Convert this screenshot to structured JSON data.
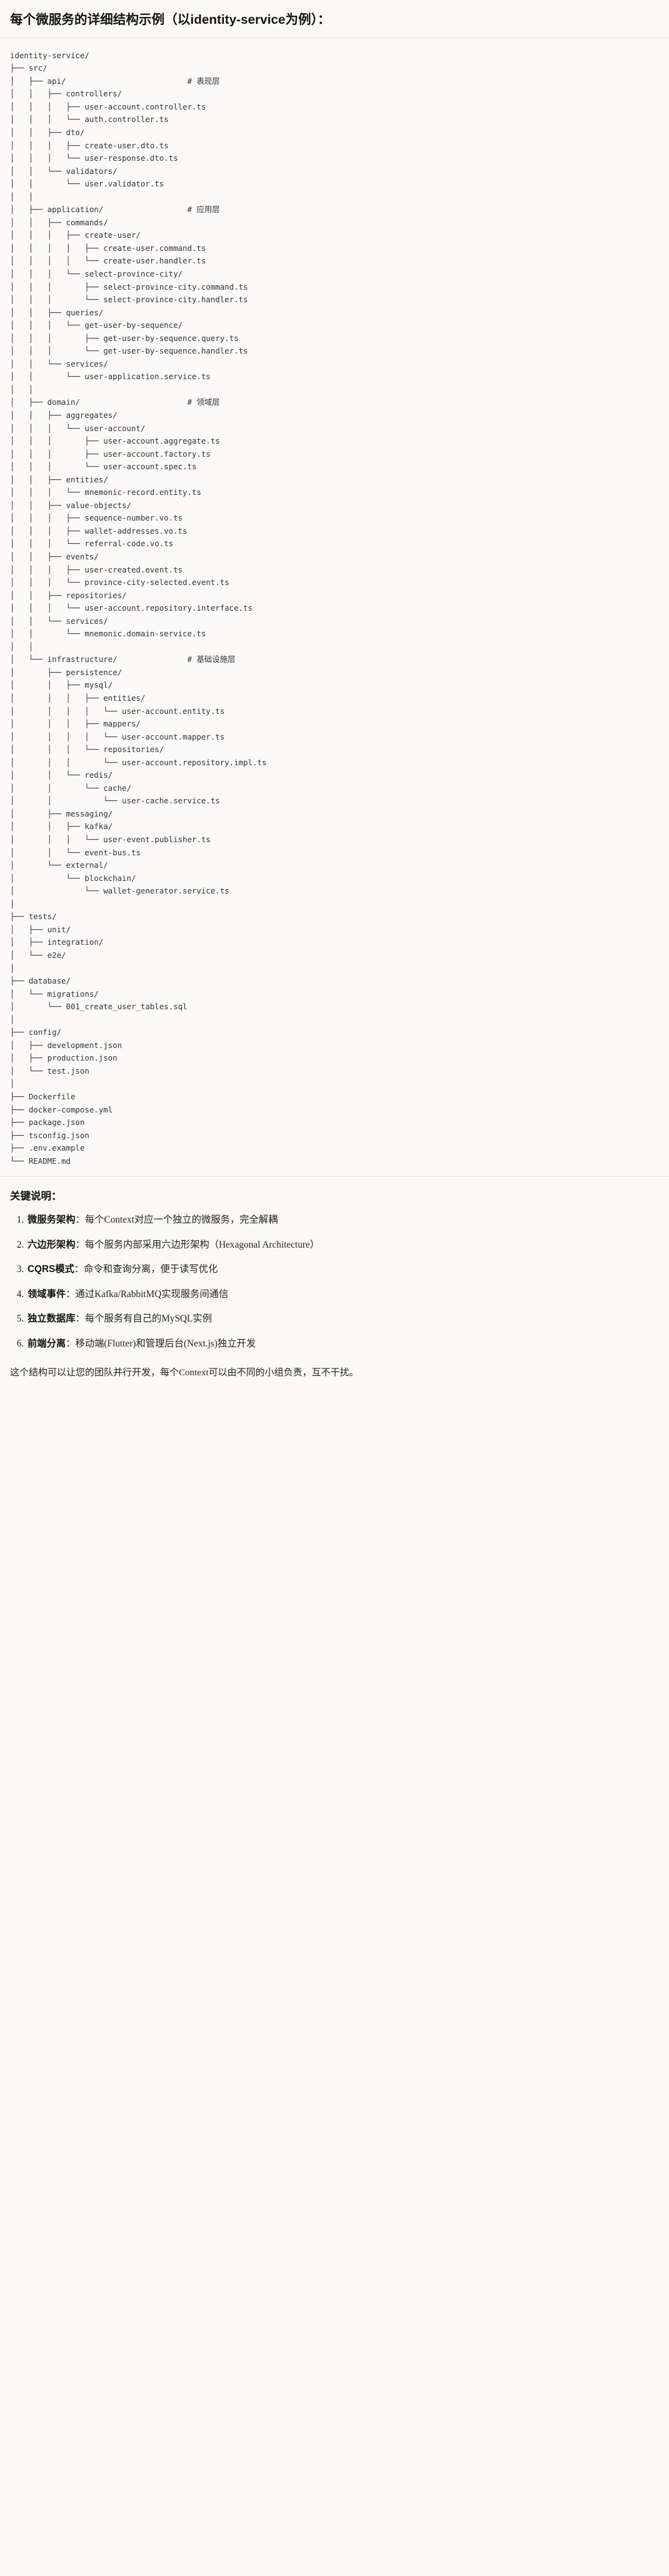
{
  "document": {
    "heading": "每个微服务的详细结构示例（以identity-service为例）：",
    "tree": "identity-service/\n├── src/\n│   ├── api/                          # 表现层\n│   │   ├── controllers/\n│   │   │   ├── user-account.controller.ts\n│   │   │   └── auth.controller.ts\n│   │   ├── dto/\n│   │   │   ├── create-user.dto.ts\n│   │   │   └── user-response.dto.ts\n│   │   └── validators/\n│   │       └── user.validator.ts\n│   │\n│   ├── application/                  # 应用层\n│   │   ├── commands/\n│   │   │   ├── create-user/\n│   │   │   │   ├── create-user.command.ts\n│   │   │   │   └── create-user.handler.ts\n│   │   │   └── select-province-city/\n│   │   │       ├── select-province-city.command.ts\n│   │   │       └── select-province-city.handler.ts\n│   │   ├── queries/\n│   │   │   └── get-user-by-sequence/\n│   │   │       ├── get-user-by-sequence.query.ts\n│   │   │       └── get-user-by-sequence.handler.ts\n│   │   └── services/\n│   │       └── user-application.service.ts\n│   │\n│   ├── domain/                       # 领域层\n│   │   ├── aggregates/\n│   │   │   └── user-account/\n│   │   │       ├── user-account.aggregate.ts\n│   │   │       ├── user-account.factory.ts\n│   │   │       └── user-account.spec.ts\n│   │   ├── entities/\n│   │   │   └── mnemonic-record.entity.ts\n│   │   ├── value-objects/\n│   │   │   ├── sequence-number.vo.ts\n│   │   │   ├── wallet-addresses.vo.ts\n│   │   │   └── referral-code.vo.ts\n│   │   ├── events/\n│   │   │   ├── user-created.event.ts\n│   │   │   └── province-city-selected.event.ts\n│   │   ├── repositories/\n│   │   │   └── user-account.repository.interface.ts\n│   │   └── services/\n│   │       └── mnemonic.domain-service.ts\n│   │\n│   └── infrastructure/               # 基础设施层\n│       ├── persistence/\n│       │   ├── mysql/\n│       │   │   ├── entities/\n│       │   │   │   └── user-account.entity.ts\n│       │   │   ├── mappers/\n│       │   │   │   └── user-account.mapper.ts\n│       │   │   └── repositories/\n│       │   │       └── user-account.repository.impl.ts\n│       │   └── redis/\n│       │       └── cache/\n│       │           └── user-cache.service.ts\n│       ├── messaging/\n│       │   ├── kafka/\n│       │   │   └── user-event.publisher.ts\n│       │   └── event-bus.ts\n│       └── external/\n│           └── blockchain/\n│               └── wallet-generator.service.ts\n│\n├── tests/\n│   ├── unit/\n│   ├── integration/\n│   └── e2e/\n│\n├── database/\n│   └── migrations/\n│       └── 001_create_user_tables.sql\n│\n├── config/\n│   ├── development.json\n│   ├── production.json\n│   └── test.json\n│\n├── Dockerfile\n├── docker-compose.yml\n├── package.json\n├── tsconfig.json\n├── .env.example\n└── README.md",
    "notes_title": "关键说明：",
    "notes": [
      {
        "term": "微服务架构",
        "sep": "：",
        "desc": "每个Context对应一个独立的微服务，完全解耦"
      },
      {
        "term": "六边形架构",
        "sep": "：",
        "desc": "每个服务内部采用六边形架构（Hexagonal Architecture）"
      },
      {
        "term": "CQRS模式",
        "sep": "：",
        "desc": "命令和查询分离，便于读写优化"
      },
      {
        "term": "领域事件",
        "sep": "：",
        "desc": "通过Kafka/RabbitMQ实现服务间通信"
      },
      {
        "term": "独立数据库",
        "sep": "：",
        "desc": "每个服务有自己的MySQL实例"
      },
      {
        "term": "前端分离",
        "sep": "：",
        "desc": "移动端(Flutter)和管理后台(Next.js)独立开发"
      }
    ],
    "closing": "这个结构可以让您的团队并行开发，每个Context可以由不同的小组负责，互不干扰。"
  },
  "colors": {
    "background": "#faf9f6",
    "code_background": "#fbfaf8",
    "text": "#1a1a1a",
    "code_text": "#2f3337",
    "rule": "#e3e1dd"
  }
}
